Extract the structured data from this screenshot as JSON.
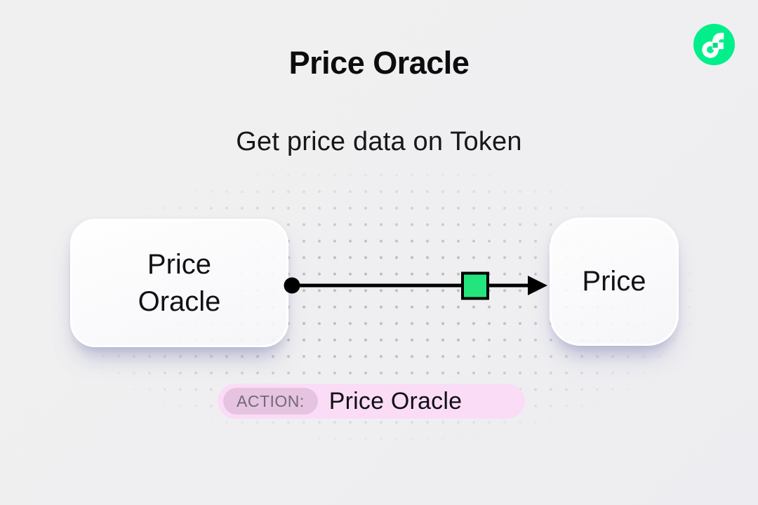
{
  "header": {
    "title": "Price Oracle",
    "subtitle": "Get price data on Token"
  },
  "logo": {
    "name": "flow-logo",
    "brand_color": "#00EF8B"
  },
  "diagram": {
    "source_node": {
      "label": "Price Oracle"
    },
    "target_node": {
      "label": "Price"
    },
    "connector": {
      "type": "arrow",
      "direction": "left-to-right",
      "start_marker": "black-dot",
      "mid_marker": "green-square",
      "mid_marker_color": "#24E47D",
      "end_marker": "black-arrowhead"
    }
  },
  "action_badge": {
    "label": "ACTION:",
    "value": "Price Oracle"
  },
  "colors": {
    "background": "#EFEFEF",
    "dot_pattern": "#D8D8DB",
    "text": "#131316",
    "flow_green": "#00EF8B",
    "marker_green": "#24E47D",
    "badge_background": "#FBDCF7",
    "badge_label_background": "#E6C3E0",
    "badge_label_text": "#6F6B76",
    "node_shadow": "rgba(125,125,180,0.5)"
  }
}
